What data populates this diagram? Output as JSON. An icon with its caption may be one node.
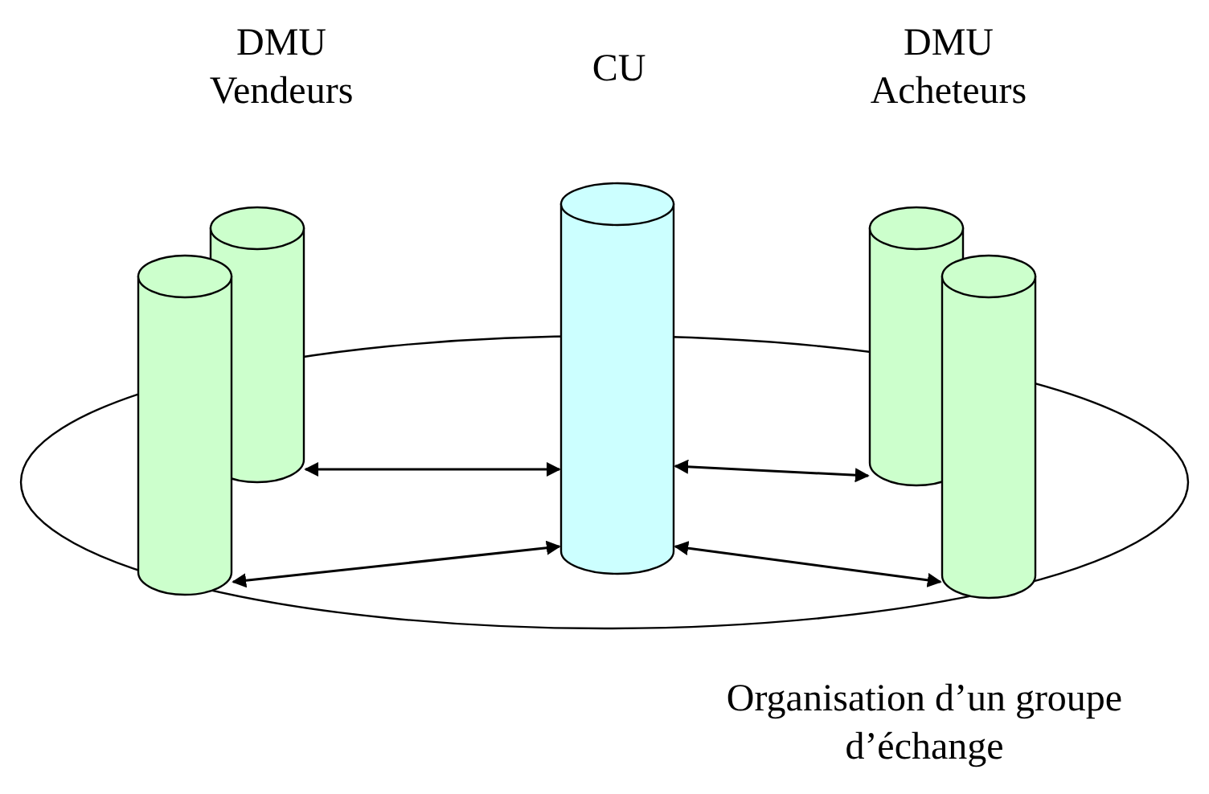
{
  "diagram": {
    "caption": "Organisation d’un groupe d’échange",
    "nodes": [
      {
        "text": [],
        "shape": "cylinder"
      },
      {
        "text": [],
        "shape": "cylinder"
      },
      {
        "text": [],
        "shape": "cylinder"
      },
      {
        "text": [],
        "shape": "cylinder"
      },
      {
        "text": [],
        "shape": "cylinder"
      }
    ],
    "edges": [
      {
        "from": 1,
        "to": 2,
        "arrow": "both"
      },
      {
        "from": 0,
        "to": 2,
        "arrow": "both"
      },
      {
        "from": 2,
        "to": 3,
        "arrow": "both"
      },
      {
        "from": 2,
        "to": 4,
        "arrow": "both"
      }
    ],
    "labels": [
      "DMU Vendeurs",
      "CU",
      "DMU Acheteurs"
    ]
  }
}
